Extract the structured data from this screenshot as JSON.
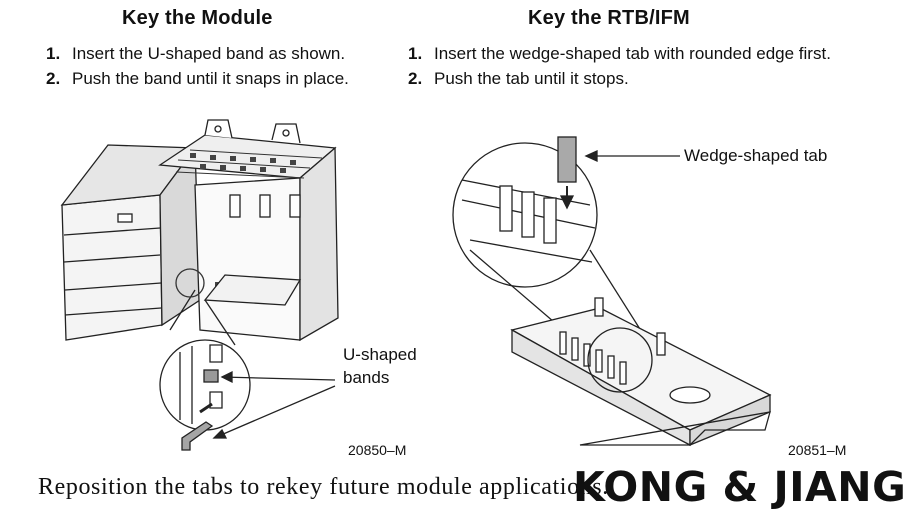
{
  "left": {
    "heading": "Key the Module",
    "steps": [
      {
        "num": "1.",
        "text": "Insert the U-shaped band as shown."
      },
      {
        "num": "2.",
        "text": "Push the band until it snaps in place."
      }
    ],
    "callout_line1": "U-shaped",
    "callout_line2": "bands",
    "figure_id": "20850–M"
  },
  "right": {
    "heading": "Key the RTB/IFM",
    "steps": [
      {
        "num": "1.",
        "text": "Insert the wedge-shaped tab with rounded edge first."
      },
      {
        "num": "2.",
        "text": "Push the tab until it stops."
      }
    ],
    "callout": "Wedge-shaped tab",
    "figure_id": "20851–M"
  },
  "footer": "Reposition the tabs to rekey future module applications.",
  "watermark": "KONG & JIANG"
}
